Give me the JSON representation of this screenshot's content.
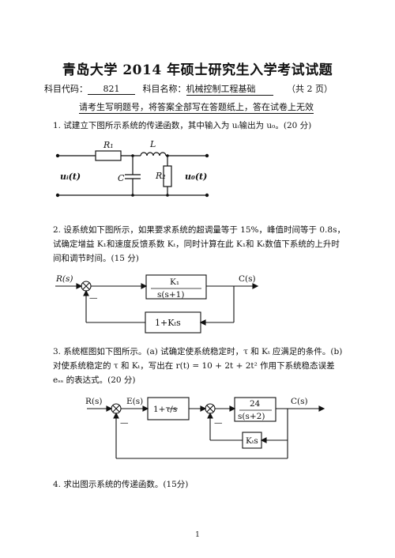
{
  "header": {
    "title": "青岛大学 2014 年硕士研究生入学考试试题",
    "code_label": "科目代码：",
    "code_value": "821",
    "name_label": "科目名称：",
    "name_value": "机械控制工程基础",
    "pages": "（共 2 页）",
    "notice": "请考生写明题号，将答案全部写在答题纸上，答在试卷上无效"
  },
  "questions": {
    "q1": {
      "text": "1. 试建立下图所示系统的传递函数，其中输入为 uᵢ输出为 u₀。(20 分)"
    },
    "q2": {
      "text": "2. 设系统如下图所示，如果要求系统的超调量等于 15%，峰值时间等于 0.8s，试确定增益 K₁和速度反馈系数 Kₜ，同时计算在此 K₁和 Kₜ数值下系统的上升时间和调节时间。(15 分)"
    },
    "q3": {
      "text": "3. 系统框图如下图所示。(a) 试确定使系统稳定时，τ 和 Kₜ 应满足的条件。(b) 对使系统稳定的 τ 和 Kₜ，写出在 r(t) = 10 + 2t + 2t² 作用下系统稳态误差 eₛₛ 的表达式。(20 分)"
    },
    "q4": {
      "text": "4. 求出图示系统的传递函数。(15分)"
    }
  },
  "fig1": {
    "R1": "R₁",
    "L": "L",
    "C": "C",
    "R2": "R₂",
    "ui": "uᵢ(t)",
    "uo": "u₀(t)"
  },
  "fig2": {
    "input": "R(s)",
    "output": "C(s)",
    "num": "K₁",
    "den": "s(s+1)",
    "fb": "1+Kₜs",
    "minus": "—"
  },
  "fig3": {
    "input": "R(s)",
    "error": "E(s)",
    "output": "C(s)",
    "pi": "1+τ/s",
    "num": "24",
    "den": "s(s+2)",
    "fb": "Kₜs",
    "minus1": "—",
    "minus2": "—"
  },
  "page_number": "1"
}
